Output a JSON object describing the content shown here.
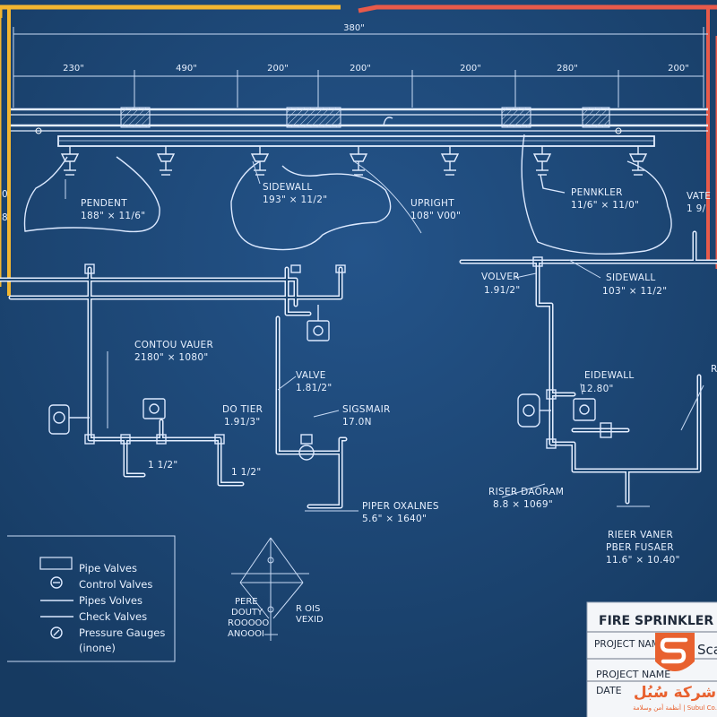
{
  "dimensions": {
    "overall": "380\"",
    "segments": [
      "230\"",
      "490\"",
      "200\"",
      "200\"",
      "200\"",
      "280\"",
      "200\""
    ]
  },
  "callouts": {
    "pendent": {
      "name": "PENDENT",
      "size": "188\" × 11/6\""
    },
    "sidewall_top": {
      "name": "SIDEWALL",
      "size": "193\" × 11/2\""
    },
    "upright": {
      "name": "UPRIGHT",
      "size": "108\" V00\""
    },
    "penkler": {
      "name": "PENNKLER",
      "size": "11/6\" × 11/0\""
    },
    "vatel": {
      "name": "VATE",
      "size": "1 9/"
    },
    "left_edge": {
      "a": "0",
      "b": "8"
    },
    "volver": {
      "name": "VOLVER",
      "size": "1.91/2\""
    },
    "sidewall_right": {
      "name": "SIDEWALL",
      "size": "103\" × 11/2\""
    },
    "control_valve": {
      "name": "CONTOU VAUER",
      "size": "2180\" × 1080\""
    },
    "valve": {
      "name": "VALVE",
      "size": "1.81/2\""
    },
    "do_tier": {
      "name": "DO TIER",
      "size": "1.91/3\""
    },
    "sigsmair": {
      "name": "SIGSMAIR",
      "size": "17.0N"
    },
    "small_a": "1 1/2\"",
    "small_b": "1 1/2\"",
    "piper": {
      "name": "PIPER OXALNES",
      "size": "5.6\" × 1640\""
    },
    "eidewall": {
      "name": "EIDEWALL",
      "size": "12.80\""
    },
    "right_r": "R",
    "riser_diagram": {
      "name": "RISER DAORAM",
      "size": "8.8 × 1069\""
    },
    "riser_vaner": {
      "line1": "RIEER VANER",
      "line2": "PBER FUSAER",
      "size": "11.6\" × 10.40\""
    },
    "detail_left": [
      "PERE",
      "DOUTY",
      "ROOOOO",
      "ANOOOI"
    ],
    "detail_right": [
      "R OIS",
      "VEXID"
    ]
  },
  "legend": {
    "items": [
      "Pipe Valves",
      "Control Valves",
      "Pipes Volves",
      "Check Valves",
      "Pressure Gauges",
      "(inone)"
    ]
  },
  "title_block": {
    "title": "FIRE SPRINKLER",
    "project_name_label": "PROJECT NAME",
    "project_name_value": "Sca",
    "project_name_label2": "PROJECT NAME",
    "date_label": "DATE"
  },
  "logo": {
    "name_ar": "شركة سُبُل",
    "tagline": "أنظمة أمن وسلامة | Subul Co."
  },
  "colors": {
    "background": "#1c4672",
    "line": "#dce9ff",
    "frame_yellow": "#f2b630",
    "frame_red": "#e85a4a"
  }
}
